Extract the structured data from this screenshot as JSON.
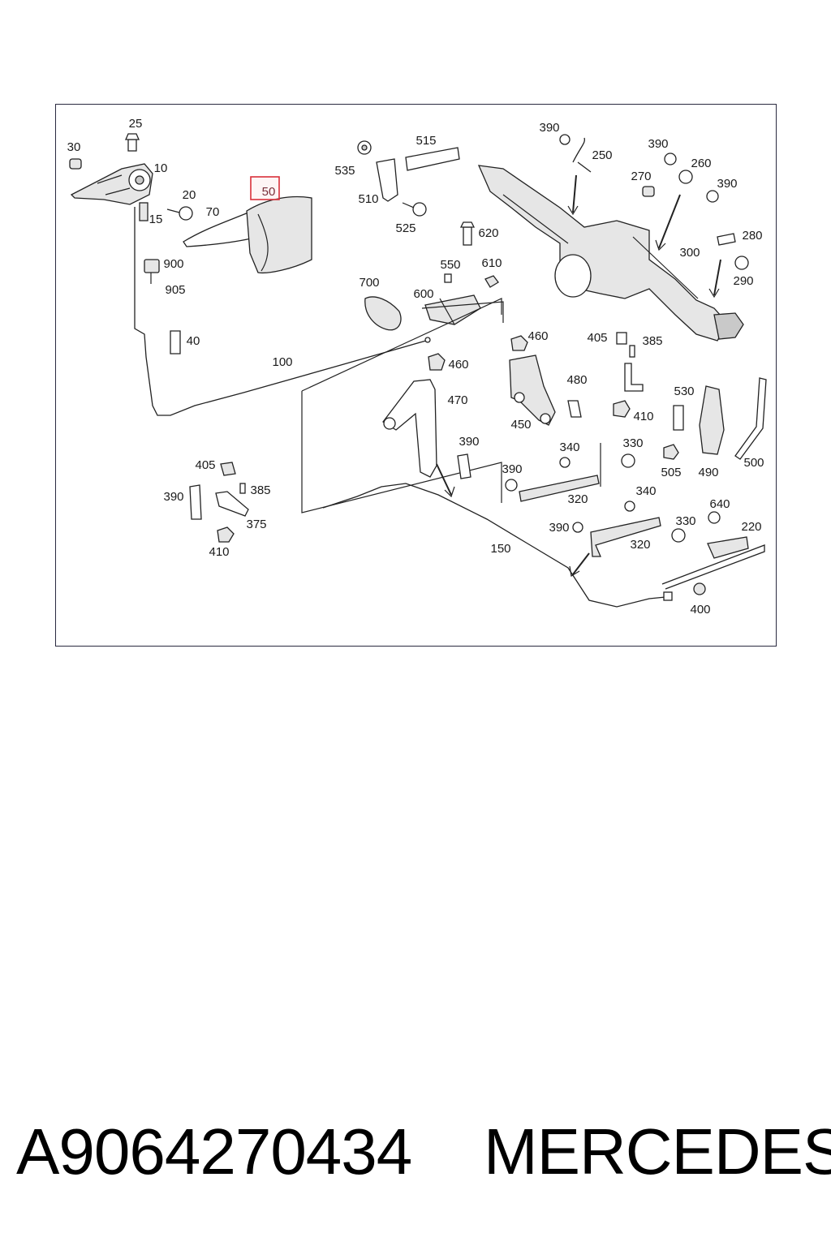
{
  "highlight": {
    "label": "50",
    "color": "#d9303a"
  },
  "callouts": {
    "c25": "25",
    "c30": "30",
    "c10": "10",
    "c20": "20",
    "c15": "15",
    "c70": "70",
    "c900": "900",
    "c905": "905",
    "c40": "40",
    "c100": "100",
    "c515": "515",
    "c535": "535",
    "c510": "510",
    "c525": "525",
    "c620": "620",
    "c550": "550",
    "c610": "610",
    "c700": "700",
    "c600": "600",
    "c390a": "390",
    "c250": "250",
    "c390b": "390",
    "c260": "260",
    "c270": "270",
    "c390c": "390",
    "c280": "280",
    "c300": "300",
    "c290": "290",
    "c460a": "460",
    "c405a": "405",
    "c385a": "385",
    "c460b": "460",
    "c480": "480",
    "c470": "470",
    "c450": "450",
    "c410a": "410",
    "c530": "530",
    "c490": "490",
    "c500": "500",
    "c390d": "390",
    "c340a": "340",
    "c330a": "330",
    "c505": "505",
    "c390e": "390",
    "c320a": "320",
    "c405b": "405",
    "c385b": "385",
    "c390f": "390",
    "c375": "375",
    "c410b": "410",
    "c340b": "340",
    "c640": "640",
    "c390g": "390",
    "c330b": "330",
    "c220": "220",
    "c320b": "320",
    "c150": "150",
    "c400": "400"
  },
  "footer": {
    "part_number": "A9064270434",
    "brand": "MERCEDES"
  }
}
